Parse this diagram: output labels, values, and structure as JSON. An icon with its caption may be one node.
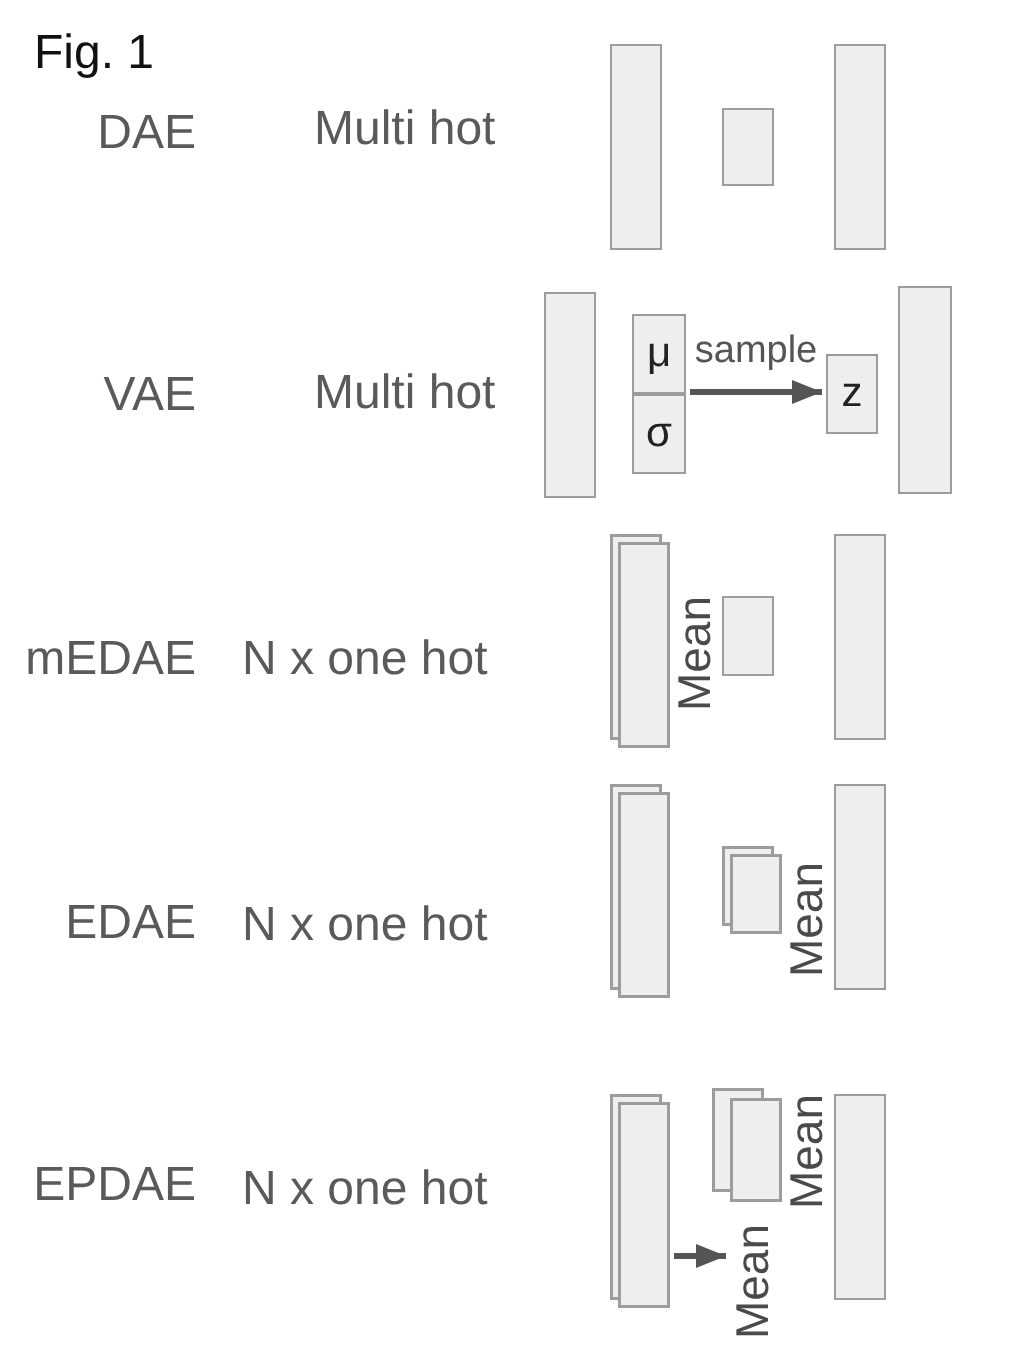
{
  "diagram": {
    "title": "Fig. 1",
    "nodes": [
      {
        "text": [],
        "shape": "box"
      },
      {
        "text": [],
        "shape": "box"
      },
      {
        "text": [],
        "shape": "box"
      },
      {
        "text": [],
        "shape": "box"
      },
      {
        "text": [
          "μ"
        ]
      },
      {
        "text": [
          "σ"
        ]
      },
      {
        "text": [
          "z"
        ]
      },
      {
        "text": [],
        "shape": "box"
      },
      {
        "text": [],
        "shape": "stack"
      },
      {
        "text": [],
        "shape": "box"
      },
      {
        "text": [],
        "shape": "box"
      },
      {
        "text": [],
        "shape": "stack"
      },
      {
        "text": [],
        "shape": "stack"
      },
      {
        "text": [],
        "shape": "box"
      },
      {
        "text": [],
        "shape": "stack"
      },
      {
        "text": [],
        "shape": "stack"
      },
      {
        "text": [],
        "shape": "box"
      },
      {
        "text": [
          "Mean"
        ]
      }
    ],
    "edges": [
      {
        "from": 4,
        "to": 6,
        "arrow": "to",
        "label": "sample"
      },
      {
        "from": 5,
        "to": 6,
        "arrow": "to"
      },
      {
        "from": 14,
        "to": 17,
        "arrow": "to"
      }
    ],
    "labels": [
      "DAE",
      "Multi hot",
      "VAE",
      "Multi hot",
      "mEDAE",
      "N x one hot",
      "Mean",
      "EDAE",
      "N x one hot",
      "Mean",
      "EPDAE",
      "N x one hot",
      "Mean"
    ]
  }
}
